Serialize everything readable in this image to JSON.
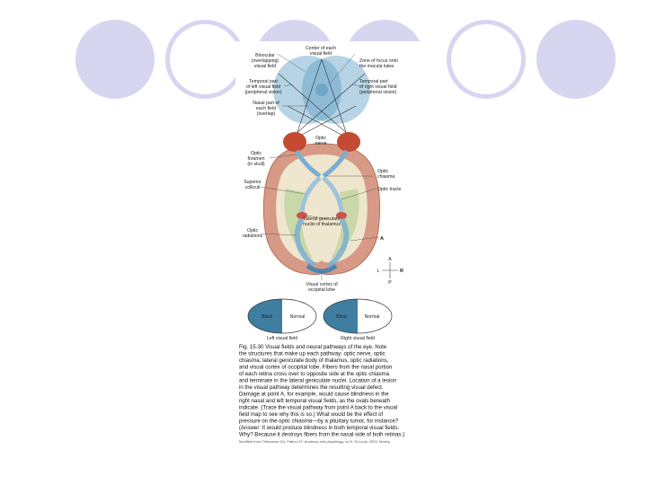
{
  "decor": {
    "circle_color": "#d7d6f0",
    "circles": [
      "filled",
      "ring",
      "filled",
      "filled",
      "ring",
      "filled"
    ]
  },
  "colors": {
    "visual_field": "#a9cde0",
    "field_center": "#6fa6c6",
    "brain": "#d79a86",
    "eyes": "#c44a32",
    "pathway": "#7aaed1",
    "blind": "#3f7ea0"
  },
  "labels": {
    "center_field": [
      "Center of each",
      "visual field"
    ],
    "binocular": [
      "Binocular",
      "(overlapping)",
      "visual field"
    ],
    "zone_focus": [
      "Zone of focus onto",
      "the macula lutea"
    ],
    "temporal_left": [
      "Temporal part",
      "of left visual field",
      "(peripheral vision)"
    ],
    "temporal_right": [
      "Temporal part",
      "of right visual field",
      "(peripheral vision)"
    ],
    "nasal": [
      "Nasal part of",
      "each field",
      "(overlap)"
    ],
    "optic_nerve": [
      "Optic",
      "nerve"
    ],
    "optic_foramen": [
      "Optic",
      "foramen",
      "(in skull)"
    ],
    "optic_chiasma": [
      "Optic",
      "chiasma"
    ],
    "superior_colliculi": [
      "Superior",
      "colliculi"
    ],
    "optic_tracts": "Optic tracts",
    "lateral_geniculate": [
      "Lateral geniculate",
      "nuclei of thalamus"
    ],
    "optic_radiations": [
      "Optic",
      "radiations"
    ],
    "point_a": "A",
    "visual_cortex": [
      "Visual cortex of",
      "occipital lobe"
    ]
  },
  "compass": {
    "a": "A",
    "l": "L",
    "r": "R",
    "p": "P"
  },
  "fields": {
    "left": {
      "blind": "Blind",
      "normal": "Normal",
      "caption": "Left visual field"
    },
    "right": {
      "blind": "Blind",
      "normal": "Normal",
      "caption": "Right visual field"
    }
  },
  "caption": {
    "lines": [
      "Fig. 15-30  Visual fields and neural pathways of the eye. Note",
      "the structures that make up each pathway: optic nerve, optic",
      "chiasma, lateral geniculate body of thalamus, optic radiations,",
      "and visual cortex of occipital lobe. Fibers from the nasal portion",
      "of each retina cross over to opposite side at the optic chiasma",
      "and terminate in the lateral geniculate nuclei. Location of a lesion",
      "in the visual pathway determines the resulting visual defect.",
      "Damage at point A, for example, would cause blindness in the",
      "right nasal and left temporal visual fields, as the ovals beneath",
      "indicate. (Trace the visual pathway from point A back to the visual",
      "field map to see why this is so.) What would be the effect of",
      "pressure on the optic chiasma—by a pituitary tumor, for instance?",
      "(Answer: It would produce blindness in both temporal visual fields.",
      "Why? Because it destroys fibers from the nasal side of both retinas.)"
    ],
    "credit": "Modified from Thibodeau GA, Patton KT: Anatomy and physiology, ed 5, St Louis, 2003, Mosby."
  }
}
